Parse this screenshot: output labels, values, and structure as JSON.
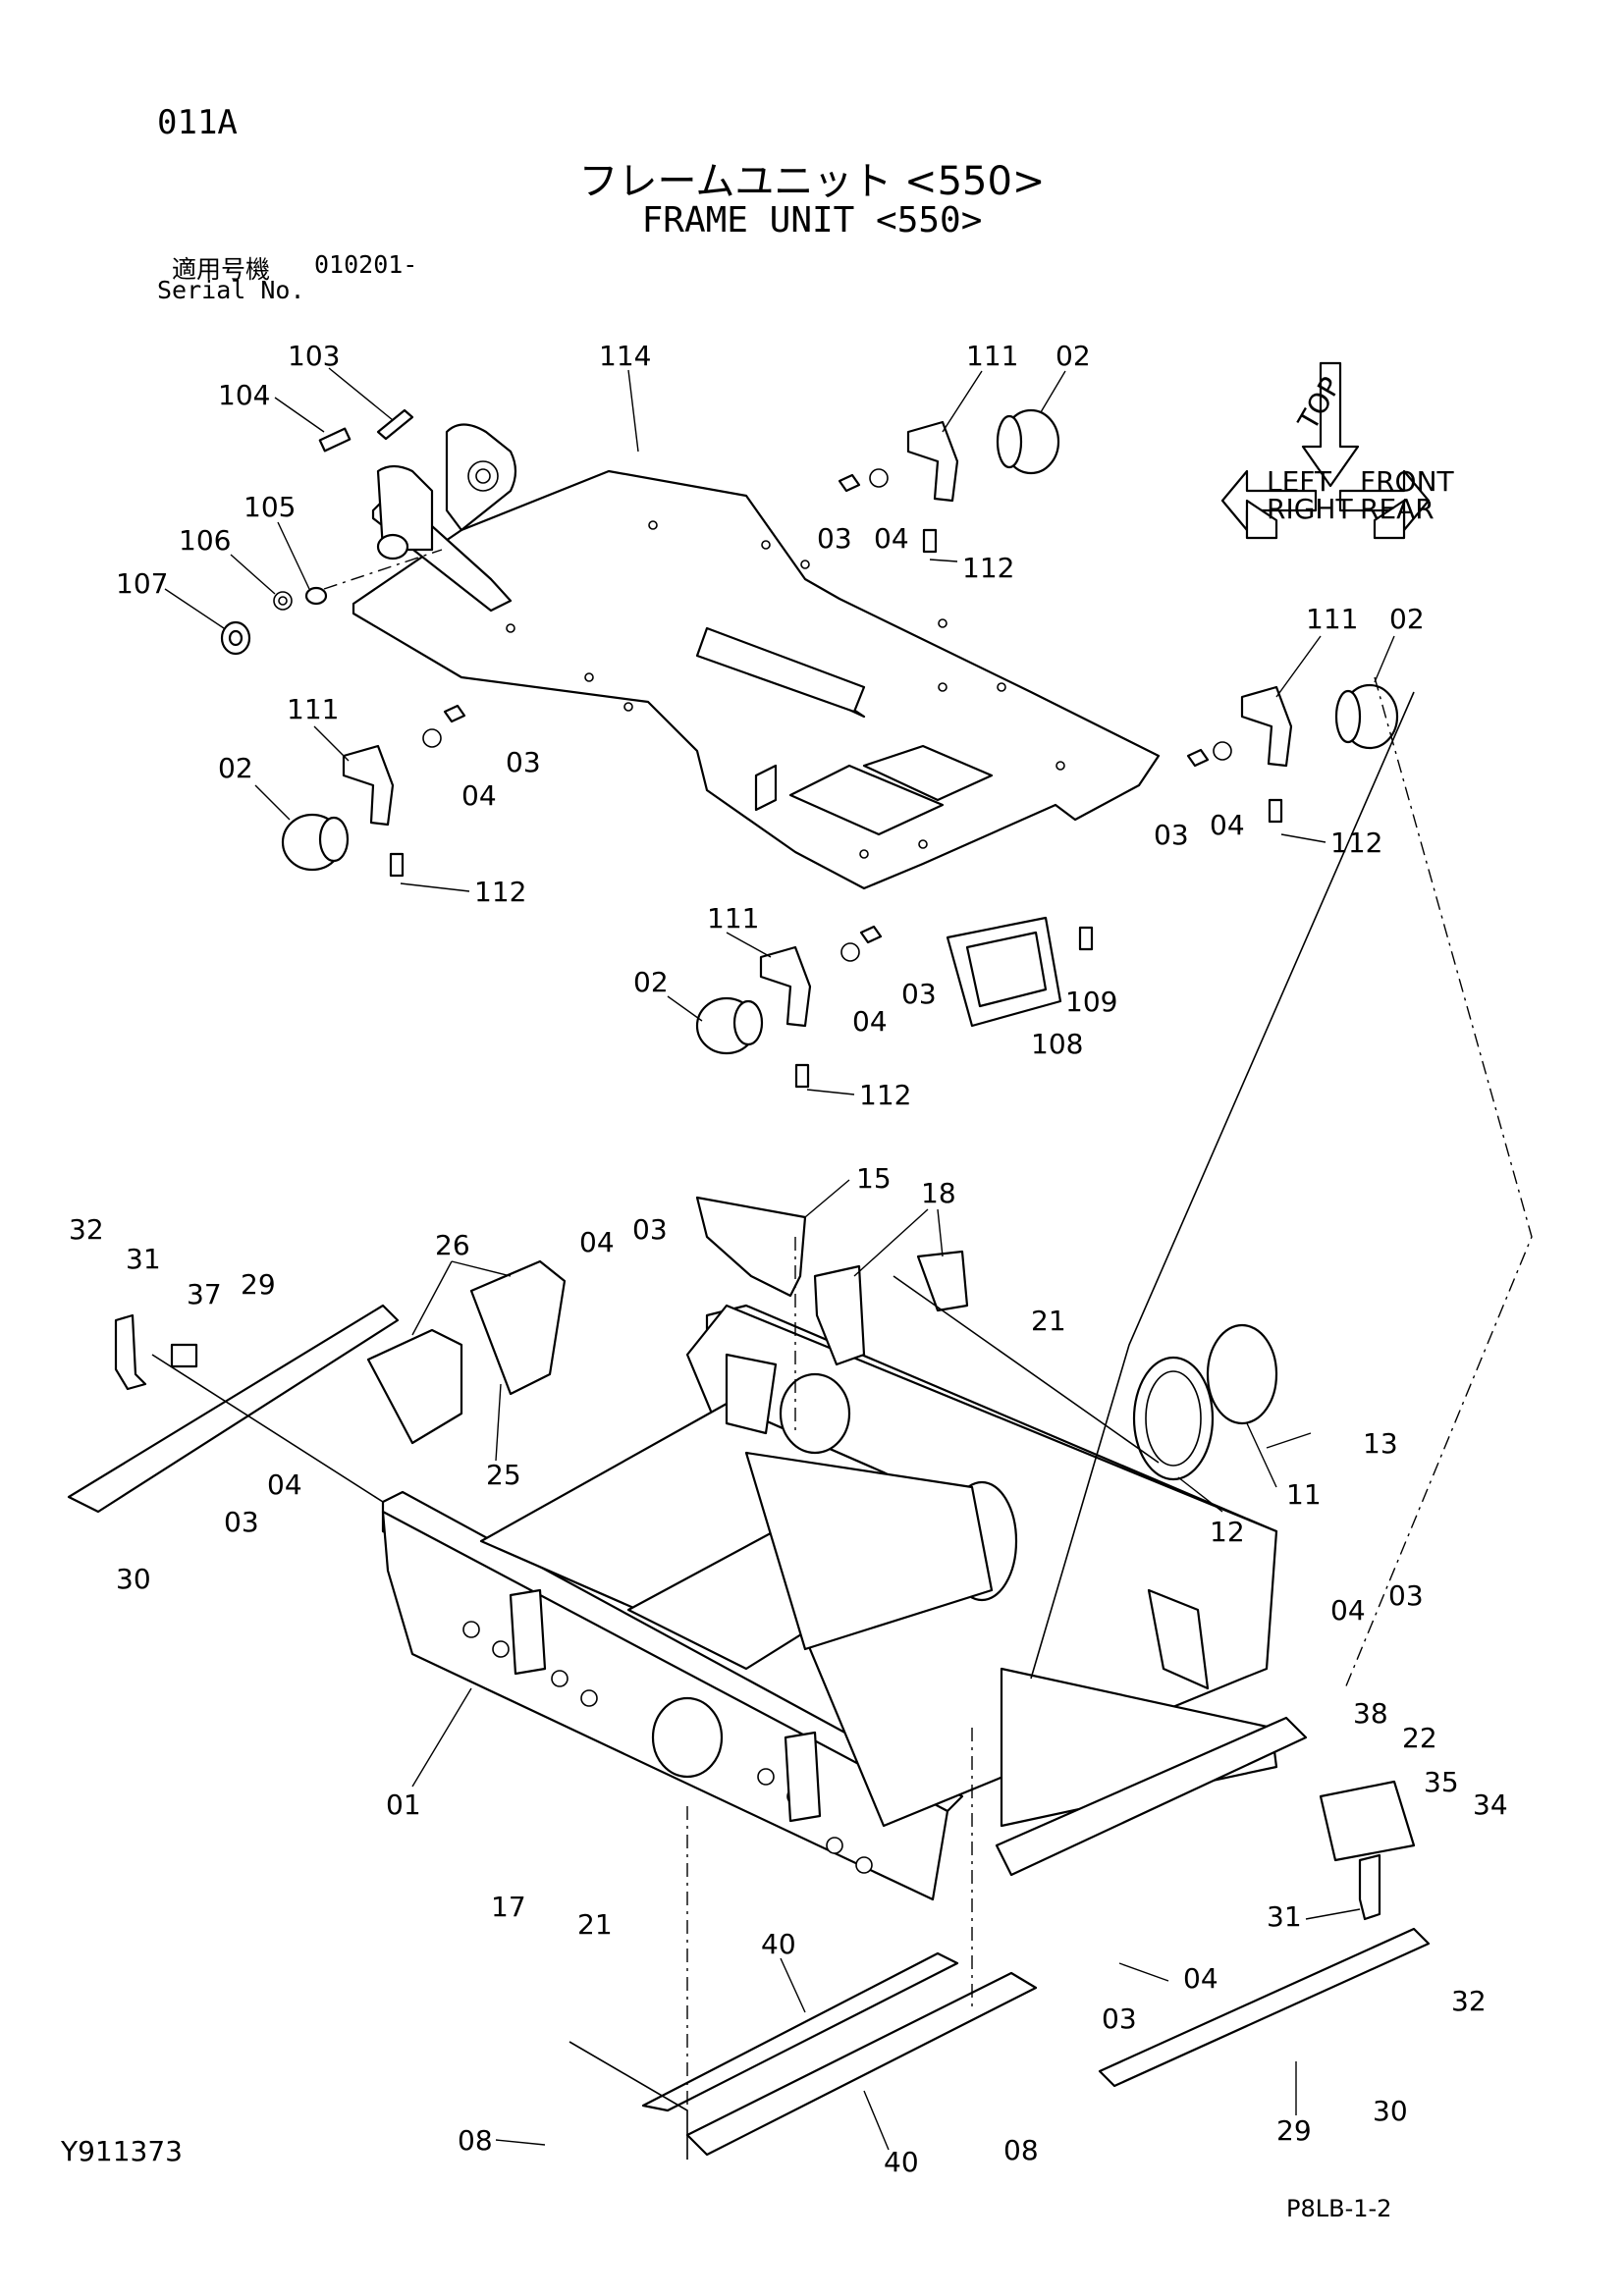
{
  "header": {
    "page_code": "011A",
    "title_jp": "フレームユニット <550>",
    "title_en": "FRAME UNIT <550>",
    "serial_label_jp": "適用号機",
    "serial_value": "010201-",
    "serial_label_en": "Serial No."
  },
  "footer": {
    "drawing_id": "Y911373",
    "sheet_ref": "P8LB-1-2"
  },
  "orientation_arrows": {
    "labels": [
      "TOP",
      "LEFT",
      "FRONT",
      "RIGHT",
      "REAR"
    ]
  },
  "callouts": [
    {
      "id": "103",
      "label": "103"
    },
    {
      "id": "104",
      "label": "104"
    },
    {
      "id": "105",
      "label": "105"
    },
    {
      "id": "106",
      "label": "106"
    },
    {
      "id": "107",
      "label": "107"
    },
    {
      "id": "114",
      "label": "114"
    },
    {
      "id": "111a",
      "label": "111"
    },
    {
      "id": "02a",
      "label": "02"
    },
    {
      "id": "03a",
      "label": "03"
    },
    {
      "id": "04a",
      "label": "04"
    },
    {
      "id": "112a",
      "label": "112"
    },
    {
      "id": "111b",
      "label": "111"
    },
    {
      "id": "02b",
      "label": "02"
    },
    {
      "id": "04b",
      "label": "04"
    },
    {
      "id": "03b",
      "label": "03"
    },
    {
      "id": "112b",
      "label": "112"
    },
    {
      "id": "111c",
      "label": "111"
    },
    {
      "id": "02c",
      "label": "02"
    },
    {
      "id": "03c",
      "label": "03"
    },
    {
      "id": "04c",
      "label": "04"
    },
    {
      "id": "112c",
      "label": "112"
    },
    {
      "id": "111d",
      "label": "111"
    },
    {
      "id": "02d",
      "label": "02"
    },
    {
      "id": "04d",
      "label": "04"
    },
    {
      "id": "03d",
      "label": "03"
    },
    {
      "id": "109",
      "label": "109"
    },
    {
      "id": "108",
      "label": "108"
    },
    {
      "id": "112d",
      "label": "112"
    },
    {
      "id": "15",
      "label": "15"
    },
    {
      "id": "18",
      "label": "18"
    },
    {
      "id": "04e",
      "label": "04"
    },
    {
      "id": "03e",
      "label": "03"
    },
    {
      "id": "26",
      "label": "26"
    },
    {
      "id": "25",
      "label": "25"
    },
    {
      "id": "32a",
      "label": "32"
    },
    {
      "id": "31a",
      "label": "31"
    },
    {
      "id": "37",
      "label": "37"
    },
    {
      "id": "29a",
      "label": "29"
    },
    {
      "id": "30a",
      "label": "30"
    },
    {
      "id": "04f",
      "label": "04"
    },
    {
      "id": "03f",
      "label": "03"
    },
    {
      "id": "21a",
      "label": "21"
    },
    {
      "id": "13",
      "label": "13"
    },
    {
      "id": "11",
      "label": "11"
    },
    {
      "id": "12",
      "label": "12"
    },
    {
      "id": "04g",
      "label": "04"
    },
    {
      "id": "03g",
      "label": "03"
    },
    {
      "id": "38",
      "label": "38"
    },
    {
      "id": "22",
      "label": "22"
    },
    {
      "id": "35",
      "label": "35"
    },
    {
      "id": "34",
      "label": "34"
    },
    {
      "id": "01",
      "label": "01"
    },
    {
      "id": "17",
      "label": "17"
    },
    {
      "id": "21b",
      "label": "21"
    },
    {
      "id": "31b",
      "label": "31"
    },
    {
      "id": "32b",
      "label": "32"
    },
    {
      "id": "04h",
      "label": "04"
    },
    {
      "id": "03h",
      "label": "03"
    },
    {
      "id": "40a",
      "label": "40"
    },
    {
      "id": "40b",
      "label": "40"
    },
    {
      "id": "08a",
      "label": "08"
    },
    {
      "id": "08b",
      "label": "08"
    },
    {
      "id": "29b",
      "label": "29"
    },
    {
      "id": "30b",
      "label": "30"
    }
  ]
}
